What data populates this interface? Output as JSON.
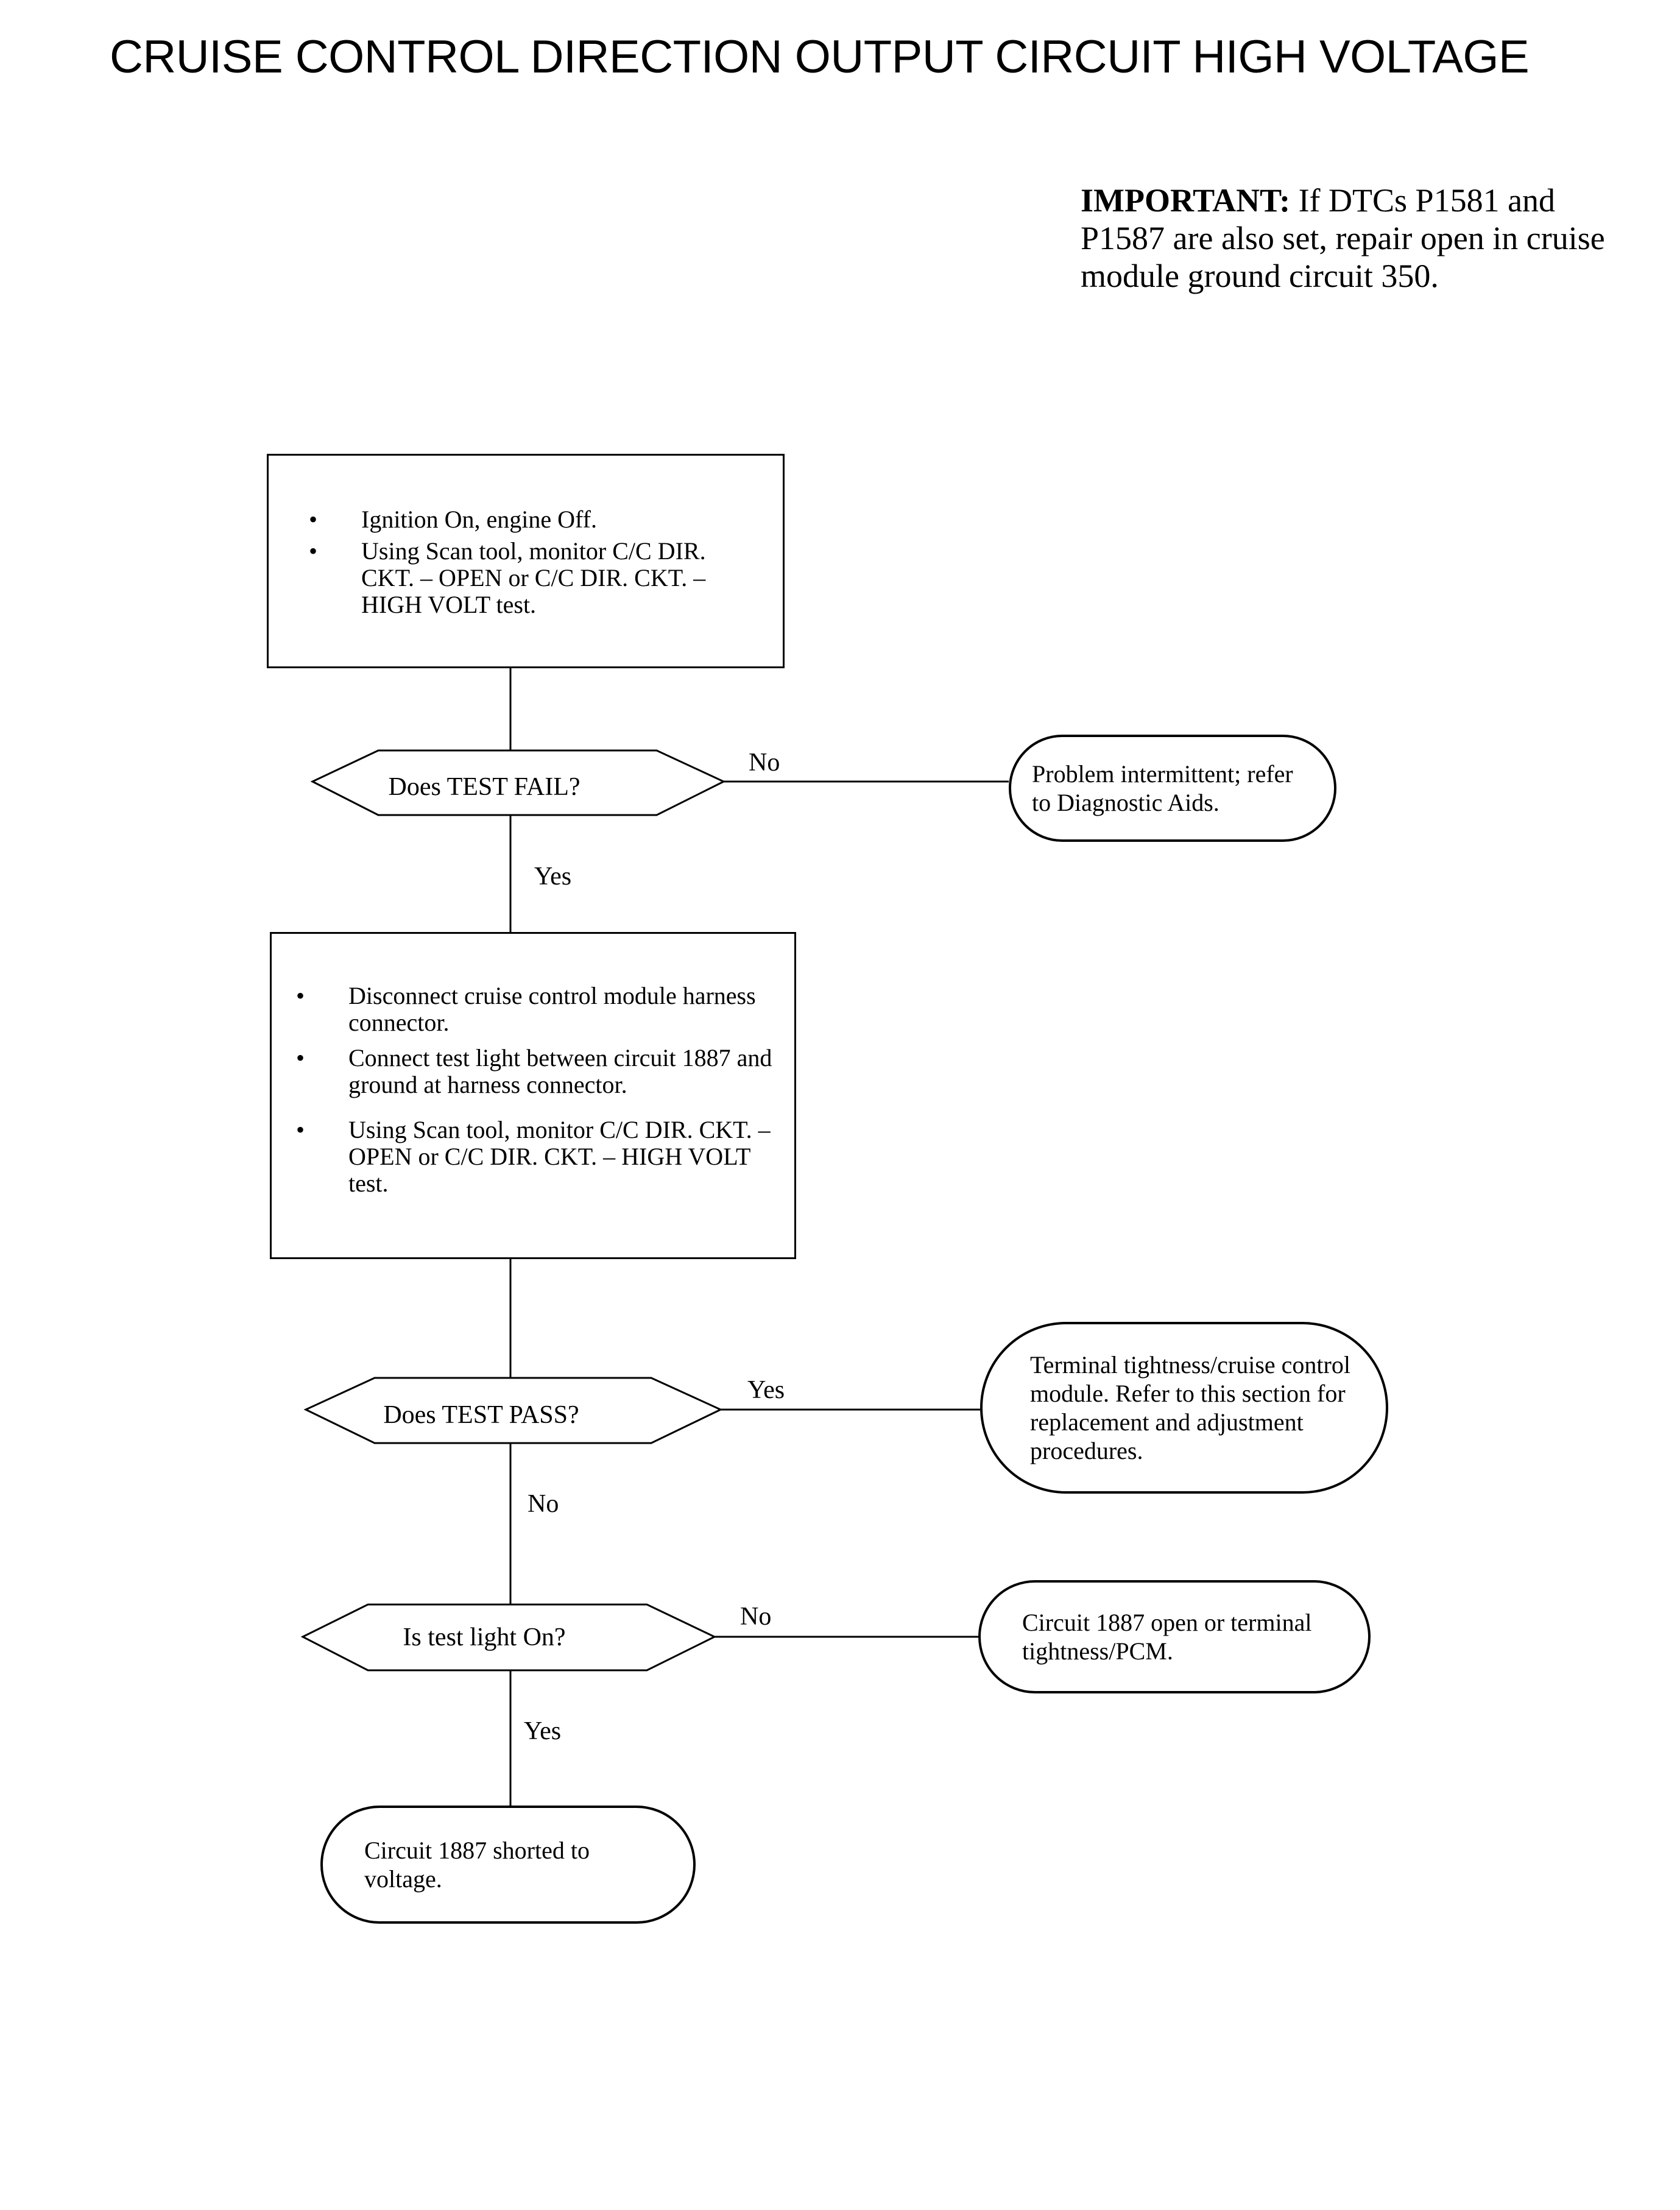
{
  "title": "CRUISE CONTROL DIRECTION OUTPUT CIRCUIT HIGH VOLTAGE",
  "important": {
    "label": "IMPORTANT:",
    "text": "If DTCs P1581 and P1587 are also set, repair open in cruise module ground circuit 350."
  },
  "step1": {
    "items": [
      "Ignition On, engine Off.",
      "Using Scan tool, monitor C/C DIR. CKT. – OPEN or C/C DIR. CKT. – HIGH VOLT test."
    ]
  },
  "decision1": {
    "text": "Does TEST FAIL?",
    "no_label": "No",
    "yes_label": "Yes"
  },
  "result_intermittent": {
    "text": "Problem intermittent; refer to Diagnostic Aids."
  },
  "step2": {
    "items": [
      "Disconnect cruise control module harness connector.",
      "Connect test light between circuit 1887 and ground at harness connector.",
      "Using Scan tool, monitor C/C DIR. CKT. – OPEN or C/C DIR. CKT. – HIGH VOLT test."
    ]
  },
  "decision2": {
    "text": "Does TEST PASS?",
    "yes_label": "Yes",
    "no_label": "No"
  },
  "result_terminal": {
    "text": "Terminal tightness/cruise control module. Refer to this section for replacement and adjustment procedures."
  },
  "decision3": {
    "text": "Is test light On?",
    "no_label": "No",
    "yes_label": "Yes"
  },
  "result_open": {
    "text": "Circuit 1887 open or terminal tightness/PCM."
  },
  "result_shorted": {
    "text": "Circuit 1887 shorted to voltage."
  }
}
